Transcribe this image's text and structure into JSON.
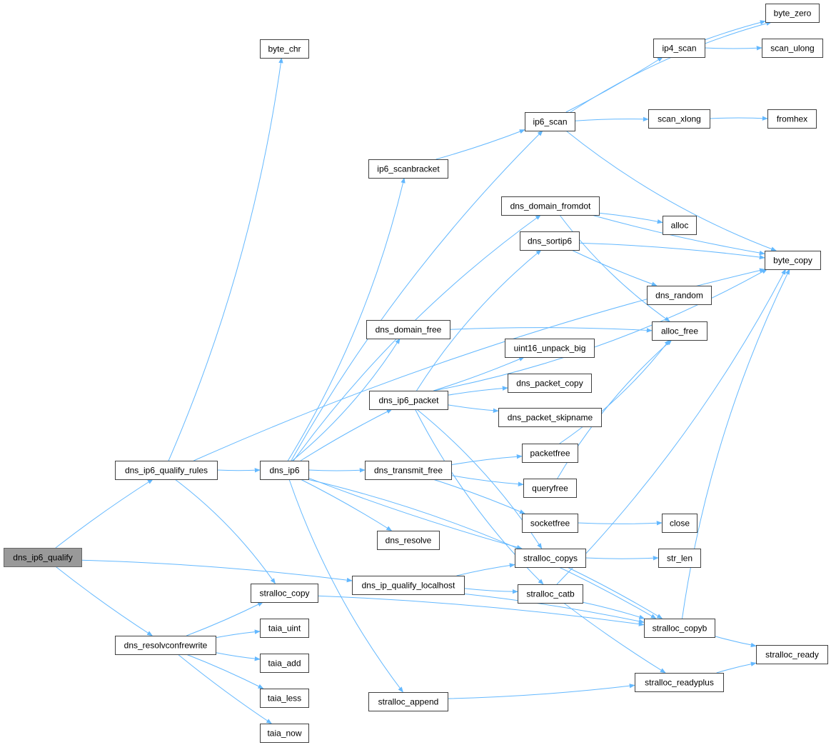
{
  "colors": {
    "edge": "#63b8ff",
    "root_fill": "#999999",
    "node_border": "#404040",
    "node_fill": "#ffffff"
  },
  "nodes": [
    {
      "id": "dns_ip6_qualify",
      "label": "dns_ip6_qualify",
      "root": true
    },
    {
      "id": "dns_ip6_qualify_rules",
      "label": "dns_ip6_qualify_rules"
    },
    {
      "id": "dns_resolvconfrewrite",
      "label": "dns_resolvconfrewrite"
    },
    {
      "id": "byte_chr",
      "label": "byte_chr"
    },
    {
      "id": "dns_ip6",
      "label": "dns_ip6"
    },
    {
      "id": "stralloc_copy",
      "label": "stralloc_copy"
    },
    {
      "id": "taia_uint",
      "label": "taia_uint"
    },
    {
      "id": "taia_add",
      "label": "taia_add"
    },
    {
      "id": "taia_less",
      "label": "taia_less"
    },
    {
      "id": "taia_now",
      "label": "taia_now"
    },
    {
      "id": "ip6_scanbracket",
      "label": "ip6_scanbracket"
    },
    {
      "id": "dns_domain_free",
      "label": "dns_domain_free"
    },
    {
      "id": "dns_ip6_packet",
      "label": "dns_ip6_packet"
    },
    {
      "id": "dns_transmit_free",
      "label": "dns_transmit_free"
    },
    {
      "id": "dns_resolve",
      "label": "dns_resolve"
    },
    {
      "id": "dns_ip_qualify_localhost",
      "label": "dns_ip_qualify_localhost"
    },
    {
      "id": "stralloc_append",
      "label": "stralloc_append"
    },
    {
      "id": "ip6_scan",
      "label": "ip6_scan"
    },
    {
      "id": "dns_domain_fromdot",
      "label": "dns_domain_fromdot"
    },
    {
      "id": "dns_sortip6",
      "label": "dns_sortip6"
    },
    {
      "id": "uint16_unpack_big",
      "label": "uint16_unpack_big"
    },
    {
      "id": "dns_packet_copy",
      "label": "dns_packet_copy"
    },
    {
      "id": "dns_packet_skipname",
      "label": "dns_packet_skipname"
    },
    {
      "id": "packetfree",
      "label": "packetfree"
    },
    {
      "id": "queryfree",
      "label": "queryfree"
    },
    {
      "id": "socketfree",
      "label": "socketfree"
    },
    {
      "id": "stralloc_copys",
      "label": "stralloc_copys"
    },
    {
      "id": "stralloc_catb",
      "label": "stralloc_catb"
    },
    {
      "id": "ip4_scan",
      "label": "ip4_scan"
    },
    {
      "id": "scan_xlong",
      "label": "scan_xlong"
    },
    {
      "id": "alloc",
      "label": "alloc"
    },
    {
      "id": "dns_random",
      "label": "dns_random"
    },
    {
      "id": "alloc_free",
      "label": "alloc_free"
    },
    {
      "id": "close",
      "label": "close"
    },
    {
      "id": "str_len",
      "label": "str_len"
    },
    {
      "id": "stralloc_copyb",
      "label": "stralloc_copyb"
    },
    {
      "id": "stralloc_readyplus",
      "label": "stralloc_readyplus"
    },
    {
      "id": "byte_zero",
      "label": "byte_zero"
    },
    {
      "id": "scan_ulong",
      "label": "scan_ulong"
    },
    {
      "id": "fromhex",
      "label": "fromhex"
    },
    {
      "id": "byte_copy",
      "label": "byte_copy"
    },
    {
      "id": "stralloc_ready",
      "label": "stralloc_ready"
    }
  ],
  "edges": [
    [
      "dns_ip6_qualify",
      "dns_ip6_qualify_rules"
    ],
    [
      "dns_ip6_qualify",
      "dns_resolvconfrewrite"
    ],
    [
      "dns_ip6_qualify",
      "dns_ip_qualify_localhost"
    ],
    [
      "dns_ip6_qualify_rules",
      "byte_chr"
    ],
    [
      "dns_ip6_qualify_rules",
      "byte_copy"
    ],
    [
      "dns_ip6_qualify_rules",
      "dns_ip6"
    ],
    [
      "dns_ip6_qualify_rules",
      "stralloc_copy"
    ],
    [
      "dns_resolvconfrewrite",
      "stralloc_copy"
    ],
    [
      "dns_resolvconfrewrite",
      "taia_uint"
    ],
    [
      "dns_resolvconfrewrite",
      "taia_add"
    ],
    [
      "dns_resolvconfrewrite",
      "taia_less"
    ],
    [
      "dns_resolvconfrewrite",
      "taia_now"
    ],
    [
      "dns_ip6",
      "ip6_scan"
    ],
    [
      "dns_ip6",
      "ip6_scanbracket"
    ],
    [
      "dns_ip6",
      "dns_domain_fromdot"
    ],
    [
      "dns_ip6",
      "dns_domain_free"
    ],
    [
      "dns_ip6",
      "dns_ip6_packet"
    ],
    [
      "dns_ip6",
      "dns_transmit_free"
    ],
    [
      "dns_ip6",
      "dns_resolve"
    ],
    [
      "dns_ip6",
      "stralloc_copys"
    ],
    [
      "dns_ip6",
      "stralloc_copyb"
    ],
    [
      "dns_ip6",
      "stralloc_append"
    ],
    [
      "stralloc_copy",
      "stralloc_copyb"
    ],
    [
      "ip6_scanbracket",
      "ip6_scan"
    ],
    [
      "ip6_scan",
      "byte_zero"
    ],
    [
      "ip6_scan",
      "ip4_scan"
    ],
    [
      "ip6_scan",
      "scan_xlong"
    ],
    [
      "ip6_scan",
      "byte_copy"
    ],
    [
      "ip4_scan",
      "byte_zero"
    ],
    [
      "ip4_scan",
      "scan_ulong"
    ],
    [
      "scan_xlong",
      "fromhex"
    ],
    [
      "dns_domain_fromdot",
      "byte_copy"
    ],
    [
      "dns_domain_fromdot",
      "alloc"
    ],
    [
      "dns_domain_fromdot",
      "alloc_free"
    ],
    [
      "dns_sortip6",
      "byte_copy"
    ],
    [
      "dns_sortip6",
      "dns_random"
    ],
    [
      "dns_domain_free",
      "alloc_free"
    ],
    [
      "dns_ip6_packet",
      "byte_copy"
    ],
    [
      "dns_ip6_packet",
      "dns_sortip6"
    ],
    [
      "dns_ip6_packet",
      "uint16_unpack_big"
    ],
    [
      "dns_ip6_packet",
      "dns_packet_copy"
    ],
    [
      "dns_ip6_packet",
      "dns_packet_skipname"
    ],
    [
      "dns_ip6_packet",
      "stralloc_copys"
    ],
    [
      "dns_ip6_packet",
      "stralloc_catb"
    ],
    [
      "dns_transmit_free",
      "packetfree"
    ],
    [
      "dns_transmit_free",
      "queryfree"
    ],
    [
      "dns_transmit_free",
      "socketfree"
    ],
    [
      "packetfree",
      "alloc_free"
    ],
    [
      "queryfree",
      "alloc_free"
    ],
    [
      "socketfree",
      "close"
    ],
    [
      "dns_ip_qualify_localhost",
      "stralloc_copys"
    ],
    [
      "dns_ip_qualify_localhost",
      "stralloc_catb"
    ],
    [
      "dns_ip_qualify_localhost",
      "stralloc_copyb"
    ],
    [
      "stralloc_copys",
      "str_len"
    ],
    [
      "stralloc_copys",
      "stralloc_copyb"
    ],
    [
      "stralloc_catb",
      "byte_copy"
    ],
    [
      "stralloc_catb",
      "stralloc_copyb"
    ],
    [
      "stralloc_catb",
      "stralloc_readyplus"
    ],
    [
      "stralloc_copyb",
      "byte_copy"
    ],
    [
      "stralloc_copyb",
      "stralloc_ready"
    ],
    [
      "stralloc_readyplus",
      "stralloc_ready"
    ],
    [
      "stralloc_append",
      "stralloc_readyplus"
    ]
  ]
}
